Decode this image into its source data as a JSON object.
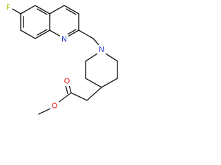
{
  "molecule": {
    "atom_labels": {
      "fluorine": "F",
      "quinoline_nitrogen": "N",
      "piperidine_nitrogen": "N",
      "carbonyl_oxygen": "O",
      "ester_oxygen": "O"
    },
    "colors": {
      "bond": "#1a1a1a",
      "fluorine": "#9ac800",
      "nitrogen": "#2f3fd9",
      "oxygen": "#e02020"
    }
  }
}
